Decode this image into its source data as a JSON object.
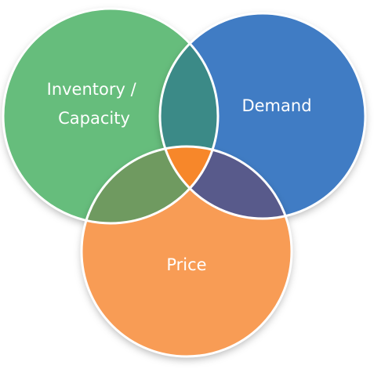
{
  "diagram": {
    "type": "venn",
    "sets": [
      {
        "id": "inventory",
        "label_lines": [
          "Inventory /",
          "Capacity"
        ],
        "color": "#66bd7c"
      },
      {
        "id": "demand",
        "label_lines": [
          "Demand"
        ],
        "color": "#3f7cc4"
      },
      {
        "id": "price",
        "label_lines": [
          "Price"
        ],
        "color": "#f89c55"
      }
    ],
    "overlaps": {
      "inventory_demand": "#3b8a87",
      "inventory_price": "#6f9a60",
      "demand_price": "#585a8b",
      "all_three": "#f7872a"
    },
    "outline_color": "#ffffff"
  }
}
